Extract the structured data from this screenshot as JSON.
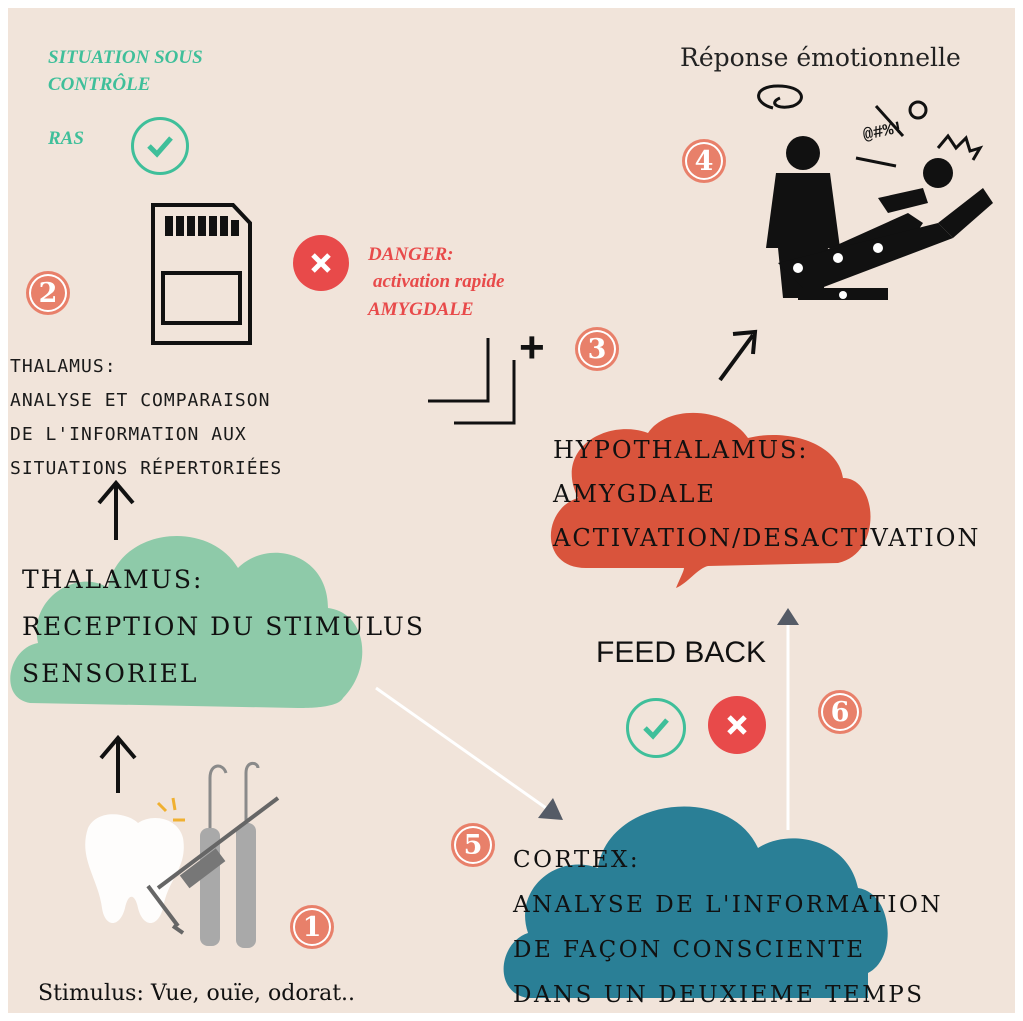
{
  "top_left": {
    "status_line1": "SITUATION SOUS",
    "status_line2": "CONTRÔLE",
    "ras": "RAS"
  },
  "danger": {
    "line1": "DANGER:",
    "line2": "activation rapide",
    "line3": "AMYGDALE"
  },
  "thalamus_analysis": {
    "title": "THALAMUS:",
    "line1": "ANALYSE ET COMPARAISON",
    "line2": "DE L'INFORMATION AUX",
    "line3": "SITUATIONS RÉPERTORIÉES"
  },
  "thalamus_reception": {
    "title": "THALAMUS:",
    "line1": "RECEPTION DU STIMULUS",
    "line2": "SENSORIEL"
  },
  "hypothalamus": {
    "title": "HYPOTHALAMUS:",
    "line1": "AMYGDALE",
    "line2": "ACTIVATION/DESACTIVATION"
  },
  "cortex": {
    "title": "CORTEX:",
    "line1": "ANALYSE DE L'INFORMATION",
    "line2": "DE FAÇON CONSCIENTE",
    "line3": "DANS UN DEUXIEME TEMPS"
  },
  "feedback": "FEED BACK",
  "emotional_response": "Réponse émotionnelle",
  "stimulus": "Stimulus: Vue, ouïe, odorat..",
  "plus_sign": "+",
  "rage_symbols": "@#%!",
  "steps": [
    "1",
    "2",
    "3",
    "4",
    "5",
    "6"
  ],
  "colors": {
    "background": "#f1e4da",
    "green": "#3fbf9a",
    "red": "#e84a4a",
    "badge": "#e8806a",
    "green_cloud": "#8ecaa9",
    "red_bubble": "#d9543c",
    "teal_cloud": "#2a7f96"
  },
  "icons": [
    "check-icon",
    "cross-icon",
    "sd-card-icon",
    "tooth-icon",
    "dental-tools-icon",
    "dentist-scene-icon",
    "arrow-up-icon"
  ]
}
